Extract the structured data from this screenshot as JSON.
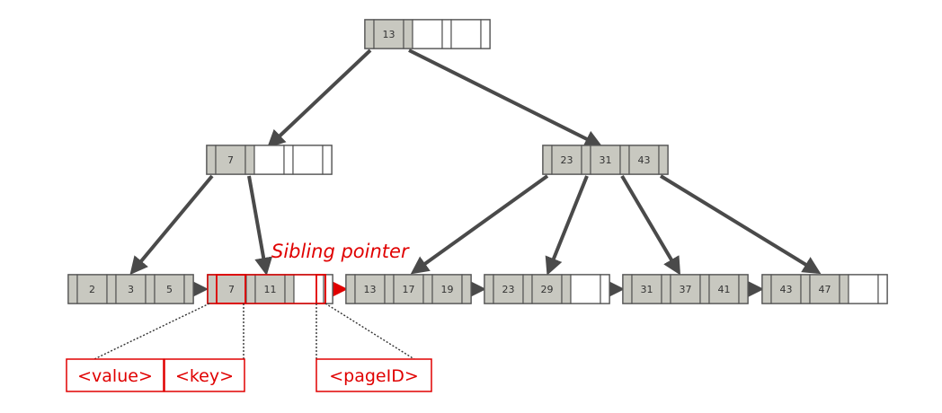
{
  "diagram": {
    "colors": {
      "key_fill": "#c8c8c0",
      "empty_fill": "#ffffff",
      "node_border": "#555555",
      "arrow": "#4a4a4a",
      "highlight": "#e00000",
      "text": "#333333"
    },
    "nodes": [
      {
        "id": "root",
        "keys": [
          "13",
          "",
          ""
        ]
      },
      {
        "id": "inner-left",
        "keys": [
          "7",
          "",
          ""
        ]
      },
      {
        "id": "inner-right",
        "keys": [
          "23",
          "31",
          "43"
        ]
      },
      {
        "id": "leaf-1",
        "keys": [
          "2",
          "3",
          "5"
        ]
      },
      {
        "id": "leaf-2",
        "keys": [
          "7",
          "11",
          ""
        ]
      },
      {
        "id": "leaf-3",
        "keys": [
          "13",
          "17",
          "19"
        ]
      },
      {
        "id": "leaf-4",
        "keys": [
          "23",
          "29",
          ""
        ]
      },
      {
        "id": "leaf-5",
        "keys": [
          "31",
          "37",
          "41"
        ]
      },
      {
        "id": "leaf-6",
        "keys": [
          "43",
          "47",
          ""
        ]
      }
    ],
    "sibling_label": "Sibling pointer",
    "callouts": {
      "value": "<value>",
      "key": "<key>",
      "pageid": "<pageID>"
    }
  }
}
